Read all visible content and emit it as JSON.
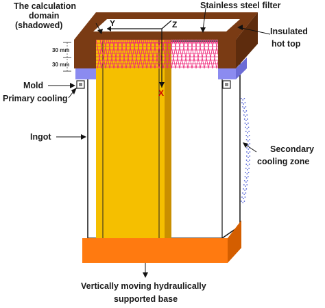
{
  "labels": {
    "calc_domain_line1": "The calculation",
    "calc_domain_line2": "domain",
    "calc_domain_line3": "(shadowed)",
    "stainless_filter": "Stainless steel filter",
    "insulated_line1": "Insulated",
    "insulated_line2": "hot top",
    "mold": "Mold",
    "primary_cooling": "Primary cooling",
    "ingot": "Ingot",
    "secondary_line1": "Secondary",
    "secondary_line2": "cooling zone",
    "base_line1": "Vertically moving hydraulically",
    "base_line2": "supported base"
  },
  "dimensions": {
    "upper": "30 mm",
    "lower": "30 mm"
  },
  "axes": {
    "y": "Y",
    "z": "Z",
    "x": "X"
  },
  "colors": {
    "hot_top": "#7a3b14",
    "mold": "#8b8bf0",
    "domain": "#f5bf00",
    "domain_shadow": "#c98f00",
    "filter": "#ee2277",
    "base": "#ff7a10",
    "base_dark": "#d45e00",
    "axis_x": "#cc0000",
    "cooling_spray": "#4a5bd4"
  },
  "icons": {
    "cooling_channel": "square-outline-icon"
  }
}
